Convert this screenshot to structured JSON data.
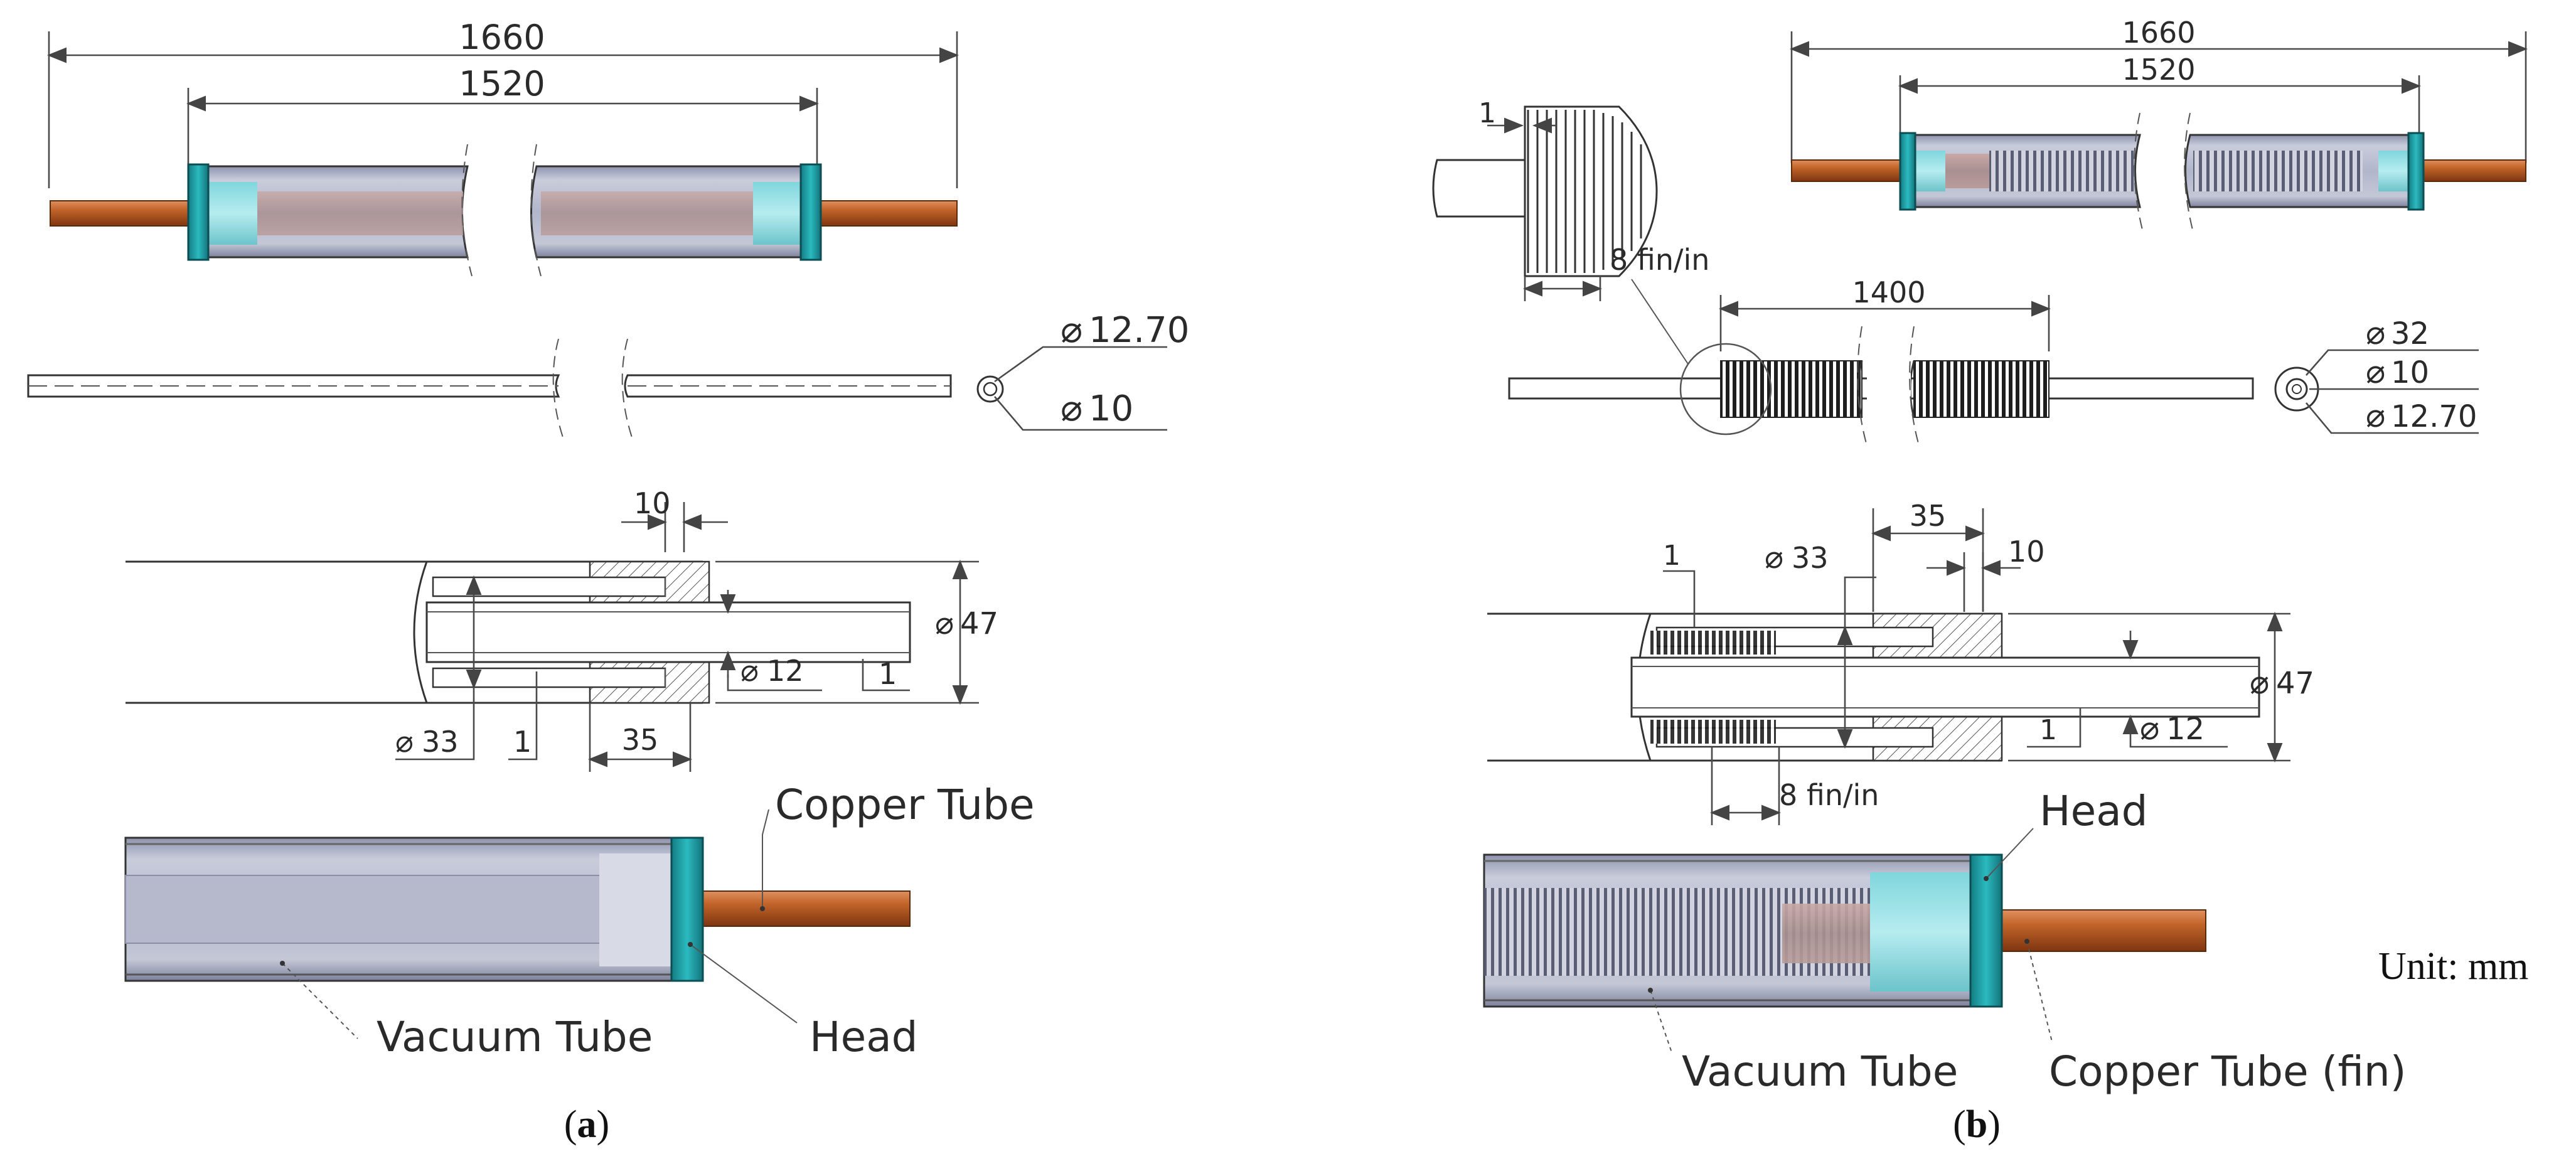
{
  "unit_label": "Unit: mm",
  "panel_a": {
    "caption": "a",
    "dim_overall": "1660",
    "dim_tube": "1520",
    "dia_outer": "12.70",
    "dia_inner": "10",
    "dim_10": "10",
    "dim_d47": "47",
    "dim_d12": "12",
    "dim_1_right": "1",
    "dim_d33": "33",
    "dim_1_bottom": "1",
    "dim_35": "35",
    "label_copper": "Copper Tube",
    "label_vacuum": "Vacuum Tube",
    "label_head": "Head"
  },
  "panel_b": {
    "caption": "b",
    "dim_overall": "1660",
    "dim_tube": "1520",
    "fin_thickness": "1",
    "fin_pitch": "8 fin/in",
    "dim_fin_len": "1400",
    "dia_32": "32",
    "dia_10": "10",
    "dia_1270": "12.70",
    "dim_1_top": "1",
    "dim_d33": "33",
    "dim_35": "35",
    "dim_10": "10",
    "dim_d47": "47",
    "dim_1_mid": "1",
    "dim_d12": "12",
    "fin_pitch_bottom": "8 fin/in",
    "label_head": "Head",
    "label_vacuum": "Vacuum Tube",
    "label_copper_fin": "Copper Tube (fin)"
  },
  "colors": {
    "copper": "#b5561f",
    "head": "#1f9fa6",
    "glass": "#a9adc4"
  }
}
